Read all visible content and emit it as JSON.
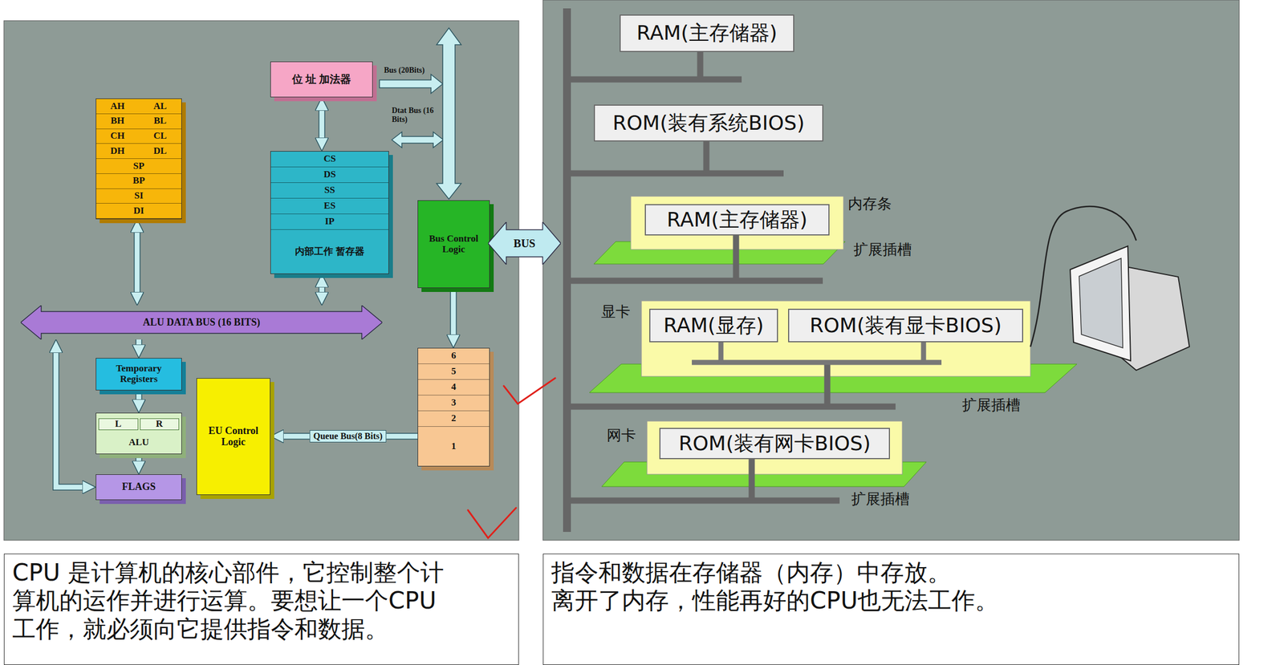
{
  "diagram": {
    "nodes": [
      {
        "text": [
          "AH",
          "AL",
          "BH",
          "BL",
          "CH",
          "CL",
          "DH",
          "DL",
          "SP",
          "BP",
          "SI",
          "DI"
        ]
      },
      {
        "text": [
          "位 址 加法器"
        ]
      },
      {
        "text": [
          "CS",
          "DS",
          "SS",
          "ES",
          "IP",
          "内部工作 暂存器"
        ]
      },
      {
        "text": [
          "Bus Control Logic"
        ]
      },
      {
        "text": [
          "BUS"
        ]
      },
      {
        "text": [
          "ALU DATA BUS (16 BITS)"
        ]
      },
      {
        "text": [
          "Temporary Registers"
        ]
      },
      {
        "text": [
          "L",
          "R",
          "ALU"
        ]
      },
      {
        "text": [
          "FLAGS"
        ]
      },
      {
        "text": [
          "EU Control Logic"
        ]
      },
      {
        "text": [
          "6",
          "5",
          "4",
          "3",
          "2",
          "1"
        ]
      },
      {
        "text": [
          "RAM(主存储器)"
        ]
      },
      {
        "text": [
          "ROM(装有系统BIOS)"
        ]
      },
      {
        "text": [
          "内存条"
        ]
      },
      {
        "text": [
          "RAM(主存储器)"
        ],
        "in": 13
      },
      {
        "text": [
          "显卡"
        ]
      },
      {
        "text": [
          "RAM(显存)"
        ],
        "in": 15
      },
      {
        "text": [
          "ROM(装有显卡BIOS)"
        ],
        "in": 15
      },
      {
        "text": [
          "网卡"
        ]
      },
      {
        "text": [
          "ROM(装有网卡BIOS)"
        ],
        "in": 18
      },
      {
        "text": [
          "CPU 是计算机的核心部件，它控制整个计 算机的运作并进行运算。要想让一个CPU 工作，就必须向它提供指令和数据。"
        ]
      },
      {
        "text": [
          "指令和数据在存储器（内存）中存放。",
          "离开了内存，性能再好的CPU也无法工作。"
        ]
      }
    ],
    "edges": [
      {
        "from": 0,
        "to": 5,
        "arrow": "both"
      },
      {
        "from": 1,
        "to": 2,
        "arrow": "both"
      },
      {
        "from": 2,
        "to": 5,
        "arrow": "both"
      },
      {
        "from": 3,
        "to": 10,
        "arrow": "to"
      },
      {
        "from": 10,
        "to": 9,
        "label": "Queue Bus(8 Bits)",
        "arrow": "to"
      },
      {
        "from": 5,
        "to": 6,
        "arrow": "to"
      },
      {
        "from": 6,
        "to": 7,
        "arrow": "to"
      },
      {
        "from": 7,
        "to": 8,
        "arrow": "to"
      },
      {
        "from": 5,
        "to": 8,
        "arrow": "both"
      }
    ],
    "labels": [
      "Bus (20Bits)",
      "Dtat Bus (16 Bits)",
      "扩展插槽",
      "扩展插槽",
      "扩展插槽"
    ]
  }
}
